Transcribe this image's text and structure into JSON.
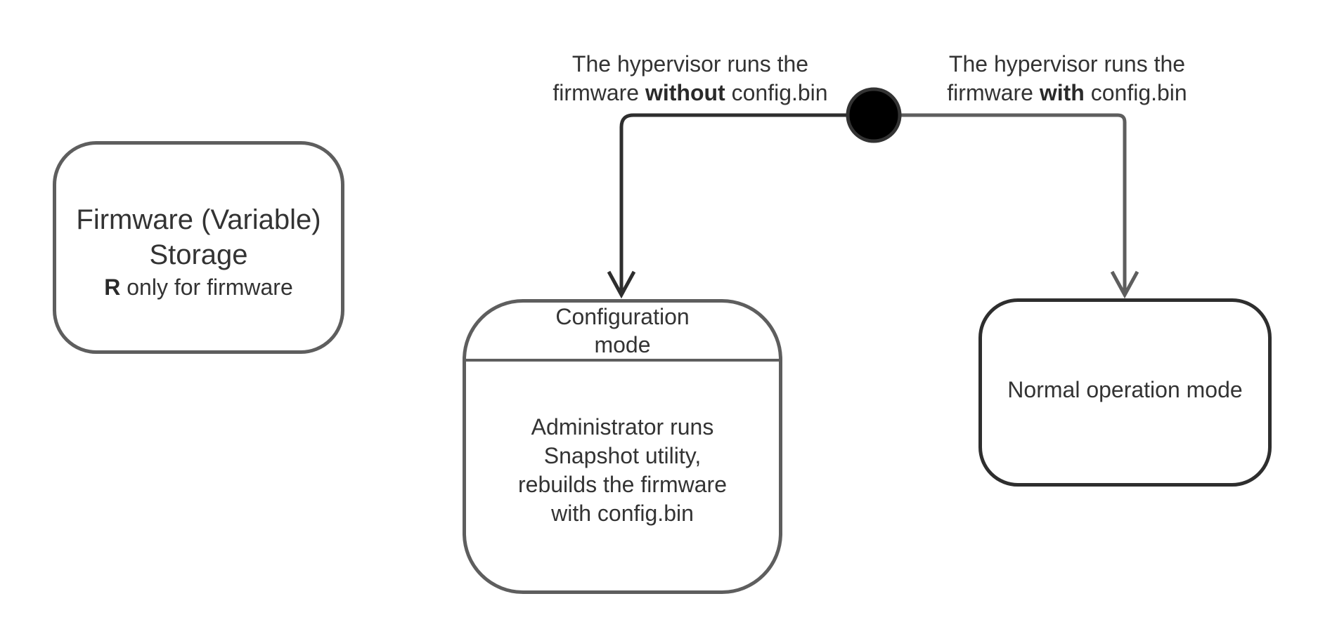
{
  "storage": {
    "title_line1": "Firmware (Variable)",
    "title_line2": "Storage",
    "sub_bold": "R",
    "sub_rest": " only for firmware"
  },
  "transitions": {
    "without": {
      "line1": "The hypervisor runs the",
      "pre": "firmware ",
      "bold": "without",
      "post": " config.bin"
    },
    "with": {
      "line1": "The hypervisor runs the",
      "pre": "firmware ",
      "bold": "with",
      "post": " config.bin"
    }
  },
  "config_state": {
    "header_line1": "Configuration",
    "header_line2": "mode",
    "body_lines": [
      "Administrator runs",
      "Snapshot utility,",
      "rebuilds the firmware",
      "with config.bin"
    ]
  },
  "normal_state": {
    "label": "Normal operation mode"
  },
  "colors": {
    "line_dark": "#2e2e2e",
    "line_gray": "#5e5e5e",
    "initial_fill": "#000000",
    "text": "#333333"
  }
}
